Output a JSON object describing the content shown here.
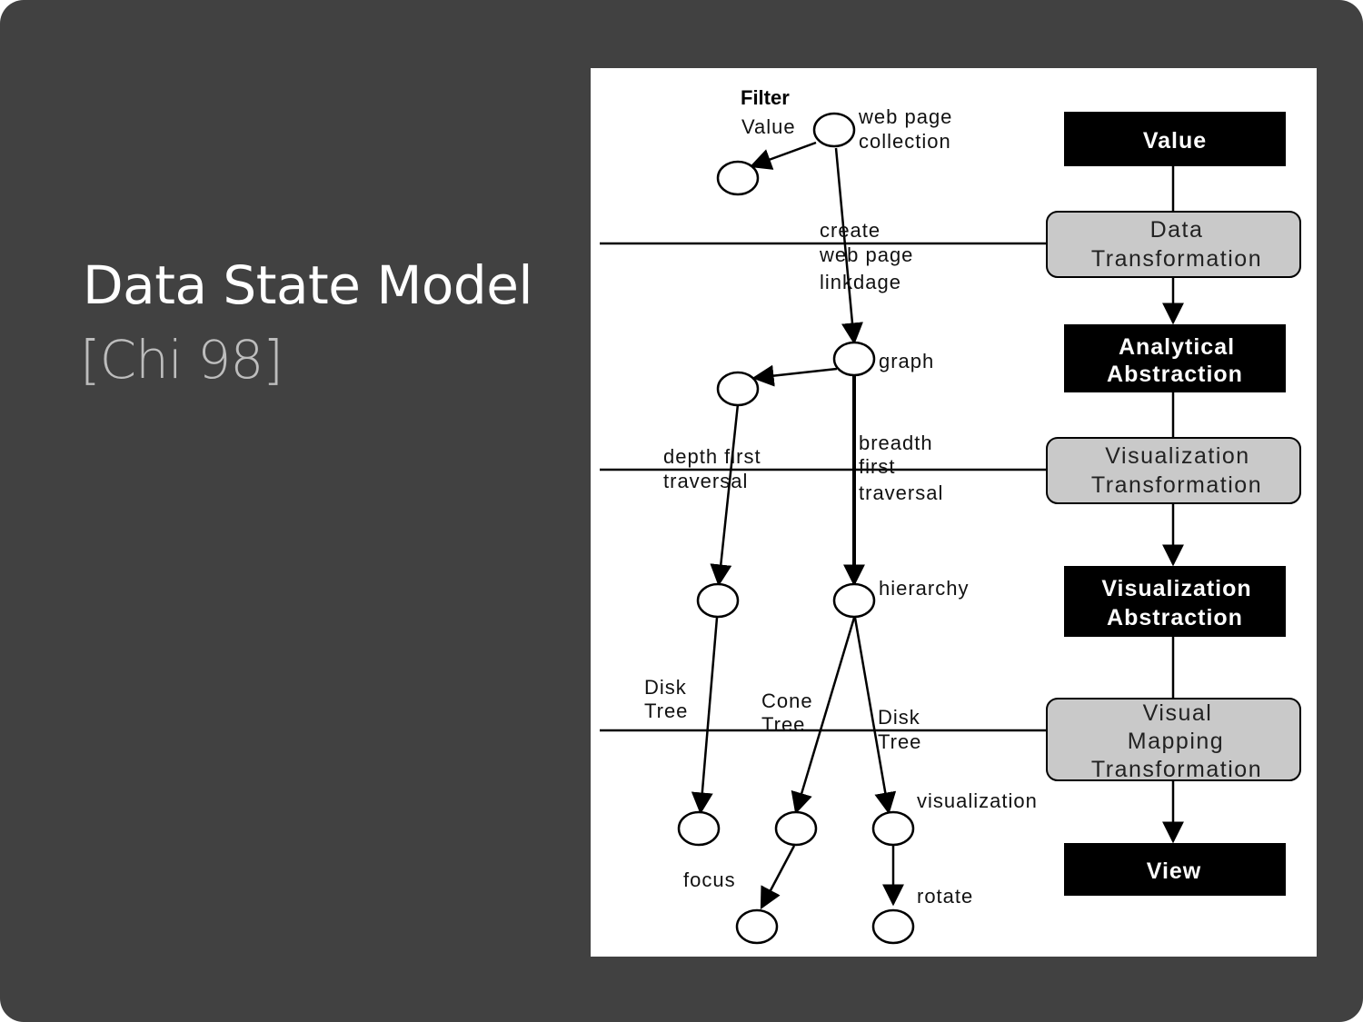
{
  "slide": {
    "title": "Data State Model",
    "subtitle": "[Chi 98]"
  },
  "diagram": {
    "filter_label": "Filter",
    "node_labels": {
      "value": "Value",
      "web_page_collection_1": "web page",
      "web_page_collection_2": "collection",
      "graph": "graph",
      "hierarchy": "hierarchy",
      "visualization": "visualization",
      "focus": "focus",
      "rotate": "rotate"
    },
    "edge_labels": {
      "create_1": "create",
      "create_2": "web page",
      "create_3": "linkdage",
      "depth_1": "depth first",
      "depth_2": "traversal",
      "breadth_1": "breadth",
      "breadth_2": "first",
      "breadth_3": "traversal",
      "disk_tree_left_1": "Disk",
      "disk_tree_left_2": "Tree",
      "cone_tree_1": "Cone",
      "cone_tree_2": "Tree",
      "disk_tree_right_1": "Disk",
      "disk_tree_right_2": "Tree"
    },
    "stages": {
      "value": "Value",
      "data_transformation_1": "Data",
      "data_transformation_2": "Transformation",
      "analytical_abstraction_1": "Analytical",
      "analytical_abstraction_2": "Abstraction",
      "visualization_transformation_1": "Visualization",
      "visualization_transformation_2": "Transformation",
      "visualization_abstraction_1": "Visualization",
      "visualization_abstraction_2": "Abstraction",
      "visual_mapping_transformation_1": "Visual",
      "visual_mapping_transformation_2": "Mapping",
      "visual_mapping_transformation_3": "Transformation",
      "view": "View"
    }
  }
}
